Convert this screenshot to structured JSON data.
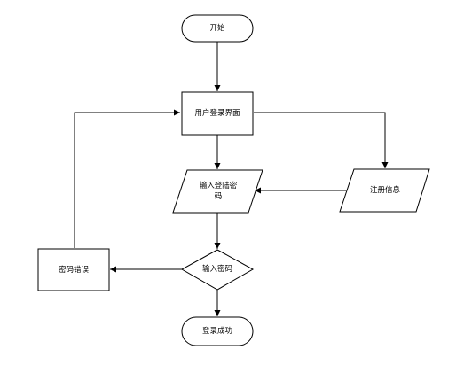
{
  "flowchart": {
    "start": "开始",
    "login_screen": "用户登录界面",
    "input_credentials_line1": "输入登陆密",
    "input_credentials_line2": "码",
    "register_info": "注册信息",
    "check_password": "输入密码",
    "password_error": "密码错误",
    "login_success": "登录成功"
  }
}
